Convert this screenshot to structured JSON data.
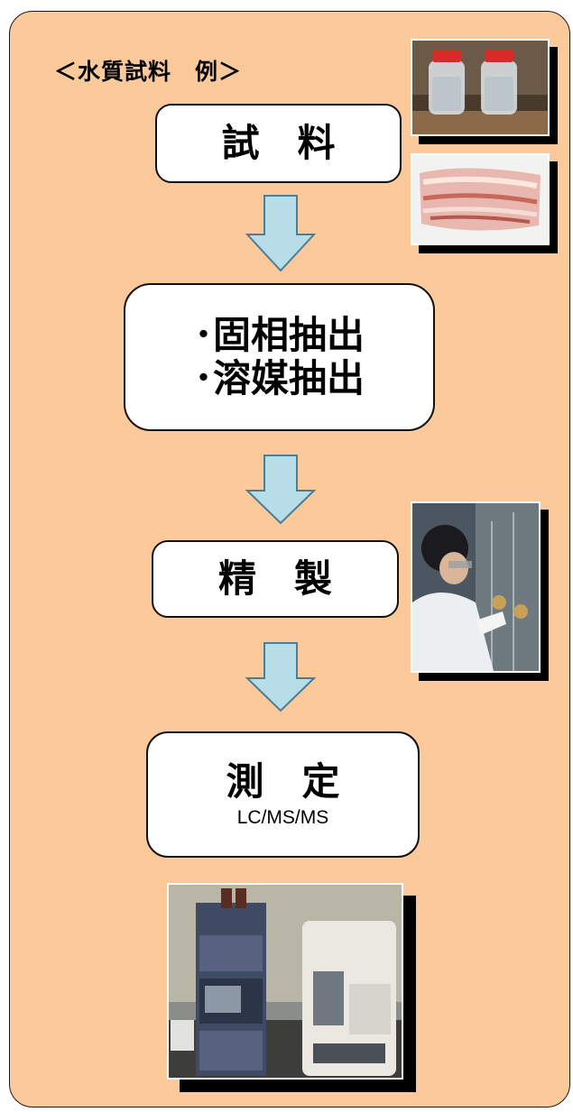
{
  "heading": "＜水質試料　例＞",
  "steps": {
    "sample": "試　料",
    "extraction_line1": "･固相抽出",
    "extraction_line2": "･溶媒抽出",
    "cleanup": "精　製",
    "measurement": "測　定",
    "measurement_sub": "LC/MS/MS"
  },
  "colors": {
    "panel": "#fcc99b",
    "arrow_fill": "#b7dde8",
    "arrow_stroke": "#4a7e95"
  },
  "photos": [
    "water-bottles-photo",
    "pork-meat-photo",
    "lab-worker-photo",
    "lc-ms-ms-instrument-photo"
  ]
}
